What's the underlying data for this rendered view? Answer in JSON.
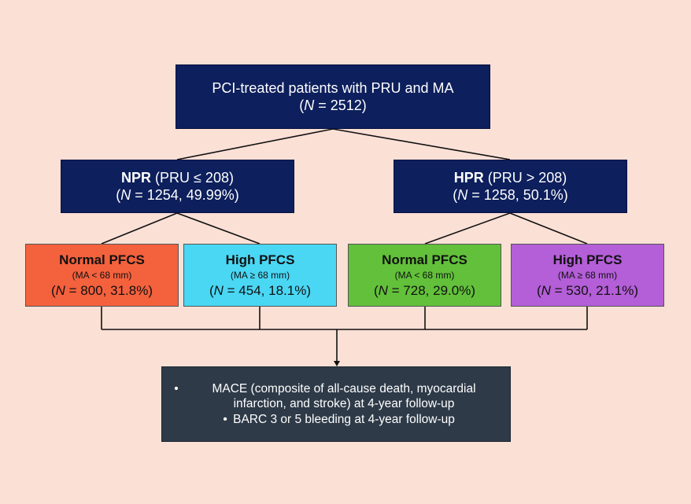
{
  "colors": {
    "background": "#fbe0d6",
    "navy": "#0d1f5c",
    "normal_npr": "#f4613d",
    "high_npr": "#49d7f4",
    "normal_hpr": "#62c03a",
    "high_hpr": "#b45ed8",
    "outcome": "#2e3a48"
  },
  "top": {
    "line1": "PCI-treated patients with PRU and MA",
    "n_label": "N",
    "n_value": " = 2512)"
  },
  "npr": {
    "name": "NPR",
    "criterion": " (PRU ≤ 208)",
    "n_label": "N",
    "n_value": " = 1254, 49.99%)"
  },
  "hpr": {
    "name": "HPR",
    "criterion": " (PRU > 208)",
    "n_label": "N",
    "n_value": " = 1258, 50.1%)"
  },
  "leaves": [
    {
      "name": "Normal PFCS",
      "sub": "(MA < 68 mm)",
      "n_label": "N",
      "n_value": " = 800, 31.8%)"
    },
    {
      "name": "High PFCS",
      "sub": "(MA ≥ 68 mm)",
      "n_label": "N",
      "n_value": " = 454, 18.1%)"
    },
    {
      "name": "Normal PFCS",
      "sub": "(MA < 68 mm)",
      "n_label": "N",
      "n_value": " = 728, 29.0%)"
    },
    {
      "name": "High PFCS",
      "sub": "(MA ≥ 68 mm)",
      "n_label": "N",
      "n_value": " = 530, 21.1%)"
    }
  ],
  "outcomes": {
    "bullet": "•",
    "item1_line1": "MACE (composite of all-cause death, myocardial",
    "item1_line2": "infarction, and stroke) at 4-year follow-up",
    "item2": "BARC 3 or 5 bleeding at 4-year follow-up"
  }
}
